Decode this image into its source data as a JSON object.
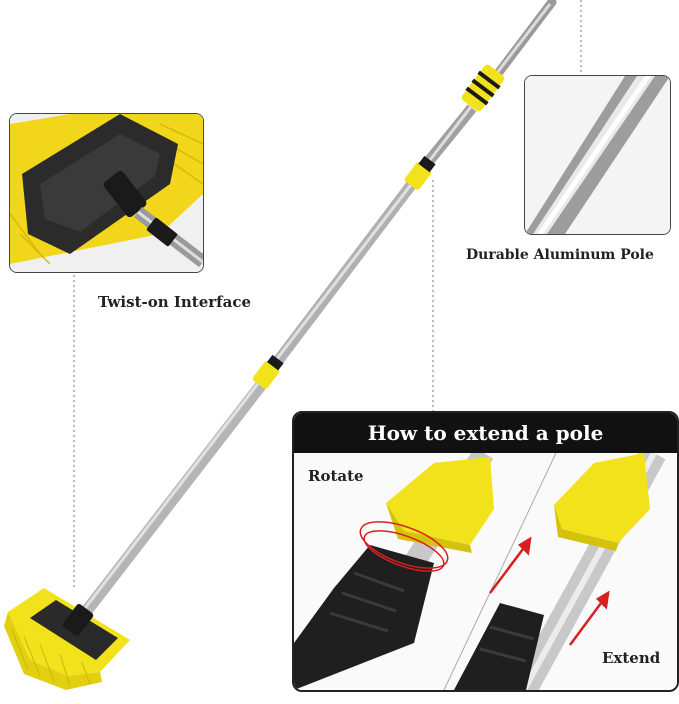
{
  "labels": {
    "twist": "Twist-on Interface",
    "durable": "Durable Aluminum Pole",
    "panel_title": "How to extend a pole",
    "rotate": "Rotate",
    "extend": "Extend"
  },
  "colors": {
    "yellow": "#f2e21c",
    "black": "#1a1a1a",
    "aluminum": "#c8c8c8",
    "arrow_red": "#d62020"
  }
}
